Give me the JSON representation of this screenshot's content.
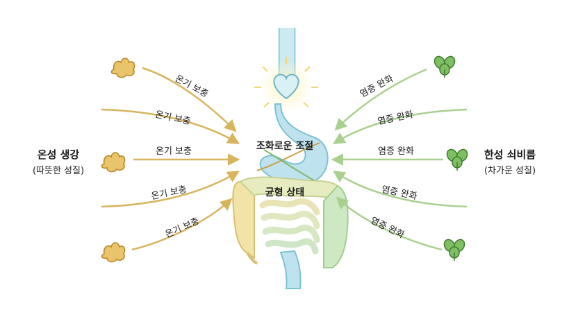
{
  "left": {
    "title": "온성 생강",
    "subtitle": "(따뜻한 성질)",
    "arrow_label": "온기 보충",
    "arrow_color": "#d8b45c"
  },
  "right": {
    "title": "한성 쇠비름",
    "subtitle": "(차가운 성질)",
    "arrow_label": "염증 완화",
    "arrow_color": "#a9d08e"
  },
  "center": {
    "top_label": "조화로운 조절",
    "bottom_label": "균형 상태"
  },
  "colors": {
    "ginger": "#e9c46a",
    "ginger_outline": "#b8892f",
    "leaf": "#7fbf63",
    "leaf_outline": "#3f7a2e",
    "stomach": "#bfe3ee",
    "intestine_warm": "#f2e3a6",
    "intestine_cool": "#cfe8c4",
    "heart_glow": "#fff3b8"
  }
}
